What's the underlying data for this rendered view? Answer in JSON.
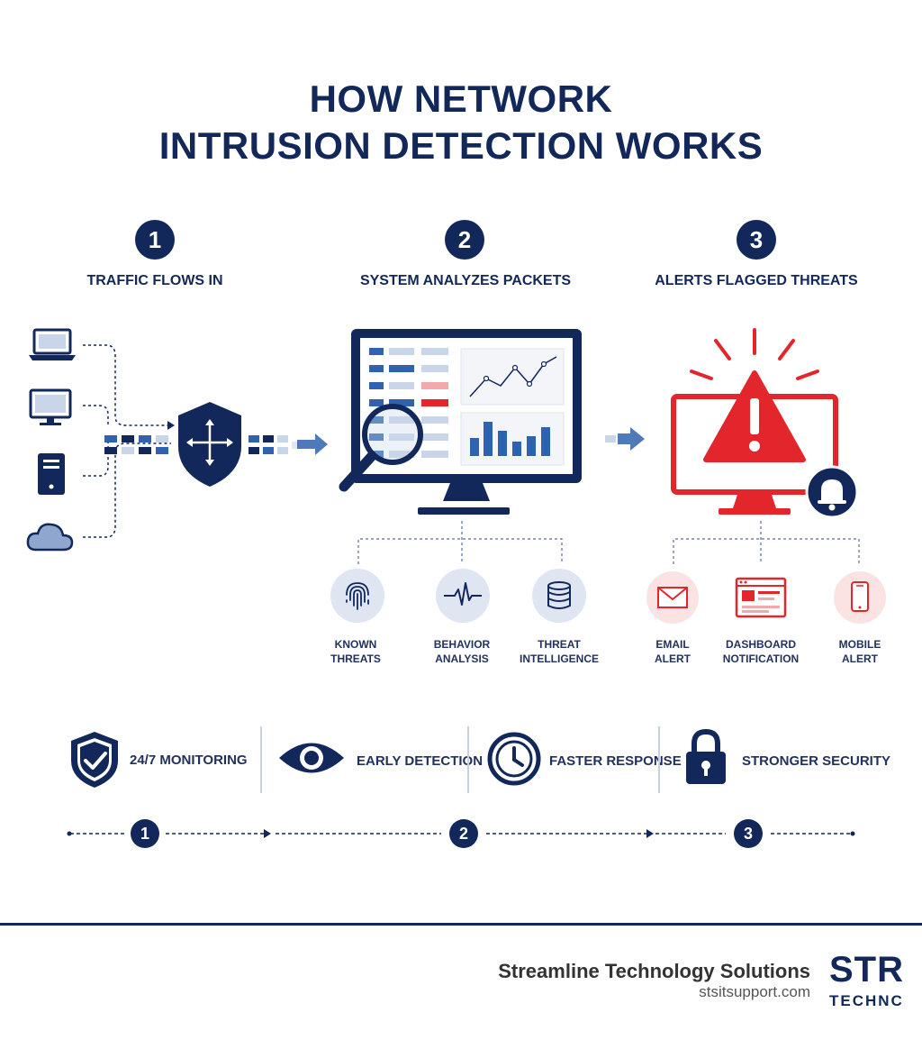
{
  "title": {
    "line1": "HOW NETWORK",
    "line2": "INTRUSION DETECTION WORKS"
  },
  "steps": [
    {
      "number": "1",
      "heading": "TRAFFIC FLOWS IN"
    },
    {
      "number": "2",
      "heading": "SYSTEM ANALYZES PACKETS"
    },
    {
      "number": "3",
      "heading": "ALERTS FLAGGED THREATS"
    }
  ],
  "analysis_methods": [
    {
      "line1": "KNOWN",
      "line2": "THREATS",
      "icon": "fingerprint-icon"
    },
    {
      "line1": "BEHAVIOR",
      "line2": "ANALYSIS",
      "icon": "pulse-icon"
    },
    {
      "line1": "THREAT",
      "line2": "INTELLIGENCE",
      "icon": "database-icon"
    }
  ],
  "alert_channels": [
    {
      "line1": "EMAIL",
      "line2": "ALERT",
      "icon": "envelope-icon"
    },
    {
      "line1": "DASHBOARD",
      "line2": "NOTIFICATION",
      "icon": "dashboard-icon"
    },
    {
      "line1": "MOBILE",
      "line2": "ALERT",
      "icon": "phone-icon"
    }
  ],
  "benefits": [
    {
      "label": "24/7 MONITORING",
      "icon": "shield-check-icon"
    },
    {
      "label": "EARLY DETECTION",
      "icon": "eye-icon"
    },
    {
      "label": "FASTER RESPONSE",
      "icon": "clock-icon"
    },
    {
      "label": "STRONGER SECURITY",
      "icon": "padlock-icon"
    }
  ],
  "timeline": [
    "1",
    "2",
    "3"
  ],
  "footer": {
    "company": "Streamline Technology Solutions",
    "website": "stsitsupport.com",
    "logo_main": "STR",
    "logo_sub": "TECHNC"
  },
  "colors": {
    "navy": "#12285a",
    "blue": "#2f63ad",
    "red": "#e3262b",
    "light_blue": "#c9d6ea"
  }
}
